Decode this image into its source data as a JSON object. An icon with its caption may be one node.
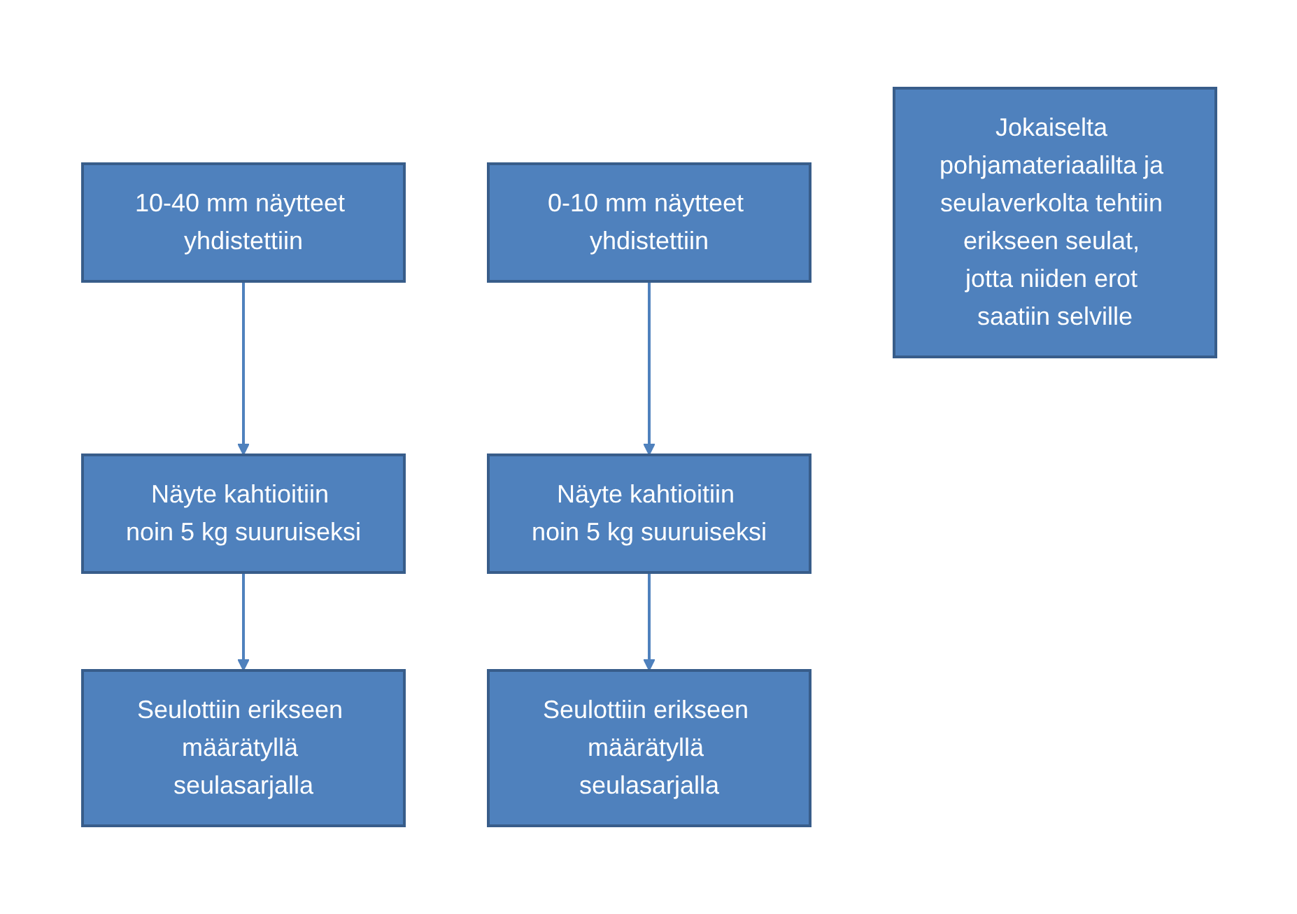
{
  "diagram": {
    "nodes": [
      {
        "text": [
          "10-40 mm näytteet yhdistettiin"
        ]
      },
      {
        "text": [
          "Näyte kahtioitiin noin 5 kg suuruiseksi"
        ]
      },
      {
        "text": [
          "Seulottiin erikseen määrätyllä seulasarjalla"
        ]
      },
      {
        "text": [
          "0-10 mm näytteet yhdistettiin"
        ]
      },
      {
        "text": [
          "Näyte kahtioitiin noin 5 kg suuruiseksi"
        ]
      },
      {
        "text": [
          "Seulottiin erikseen määrätyllä seulasarjalla"
        ]
      },
      {
        "text": [
          "Jokaiselta pohjamateriaalilta ja seulaverkolta tehtiin erikseen seulat, jotta niiden erot saatiin selville"
        ]
      }
    ],
    "edges": [
      {
        "from": 0,
        "to": 1,
        "arrow": "to"
      },
      {
        "from": 1,
        "to": 2,
        "arrow": "to"
      },
      {
        "from": 3,
        "to": 4,
        "arrow": "to"
      },
      {
        "from": 4,
        "to": 5,
        "arrow": "to"
      }
    ]
  }
}
